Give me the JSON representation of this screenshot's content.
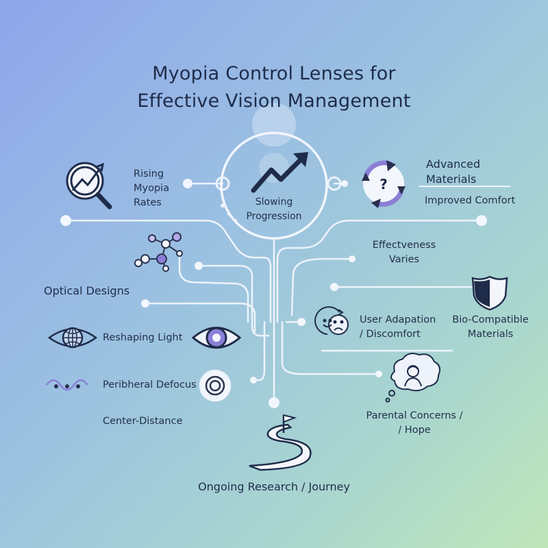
{
  "title": {
    "line1": "Myopia Control Lenses for",
    "line2": "Effective Vision Management"
  },
  "center": {
    "line1": "Slowing",
    "line2": "Progression",
    "icon": "trend-up-arrow-icon"
  },
  "nodes": {
    "rising": {
      "line1": "Rising",
      "line2": "Myopia",
      "line3": "Rates",
      "icon": "magnifier-chart-icon"
    },
    "advanced": {
      "line1": "Advanced",
      "line2": "Materials",
      "icon": "cycle-question-icon"
    },
    "improved_comfort": "Improved Comfort",
    "effectiveness": {
      "line1": "Effectveness",
      "line2": "Varies"
    },
    "optical_designs": {
      "label": "Optical Designs",
      "icon": "molecule-network-icon"
    },
    "reshaping_light": {
      "label": "Reshaping Light",
      "icon": "eye-globe-icon"
    },
    "peripheral_defocus": {
      "label": "Peribheral Defocus",
      "icon": "wave-dots-icon"
    },
    "center_distance": "Center-Distance",
    "user_adaptation": {
      "line1": "User Adapation",
      "line2": "/ Discomfort",
      "icon": "faces-icon"
    },
    "bio_compatible": {
      "line1": "Bio-Compatible",
      "line2": "Materials",
      "icon": "shield-icon"
    },
    "parental": {
      "line1": "Parental Concerns /",
      "line2": "/ Hope",
      "icon": "thought-bubble-person-icon"
    },
    "journey": {
      "label": "Ongoing Research / Journey",
      "icon": "winding-road-flag-icon"
    }
  },
  "colors": {
    "ink": "#1e2c4a",
    "line": "#eef3fb",
    "accent": "#8b7fd6",
    "accent_dark": "#3b3f8a"
  }
}
